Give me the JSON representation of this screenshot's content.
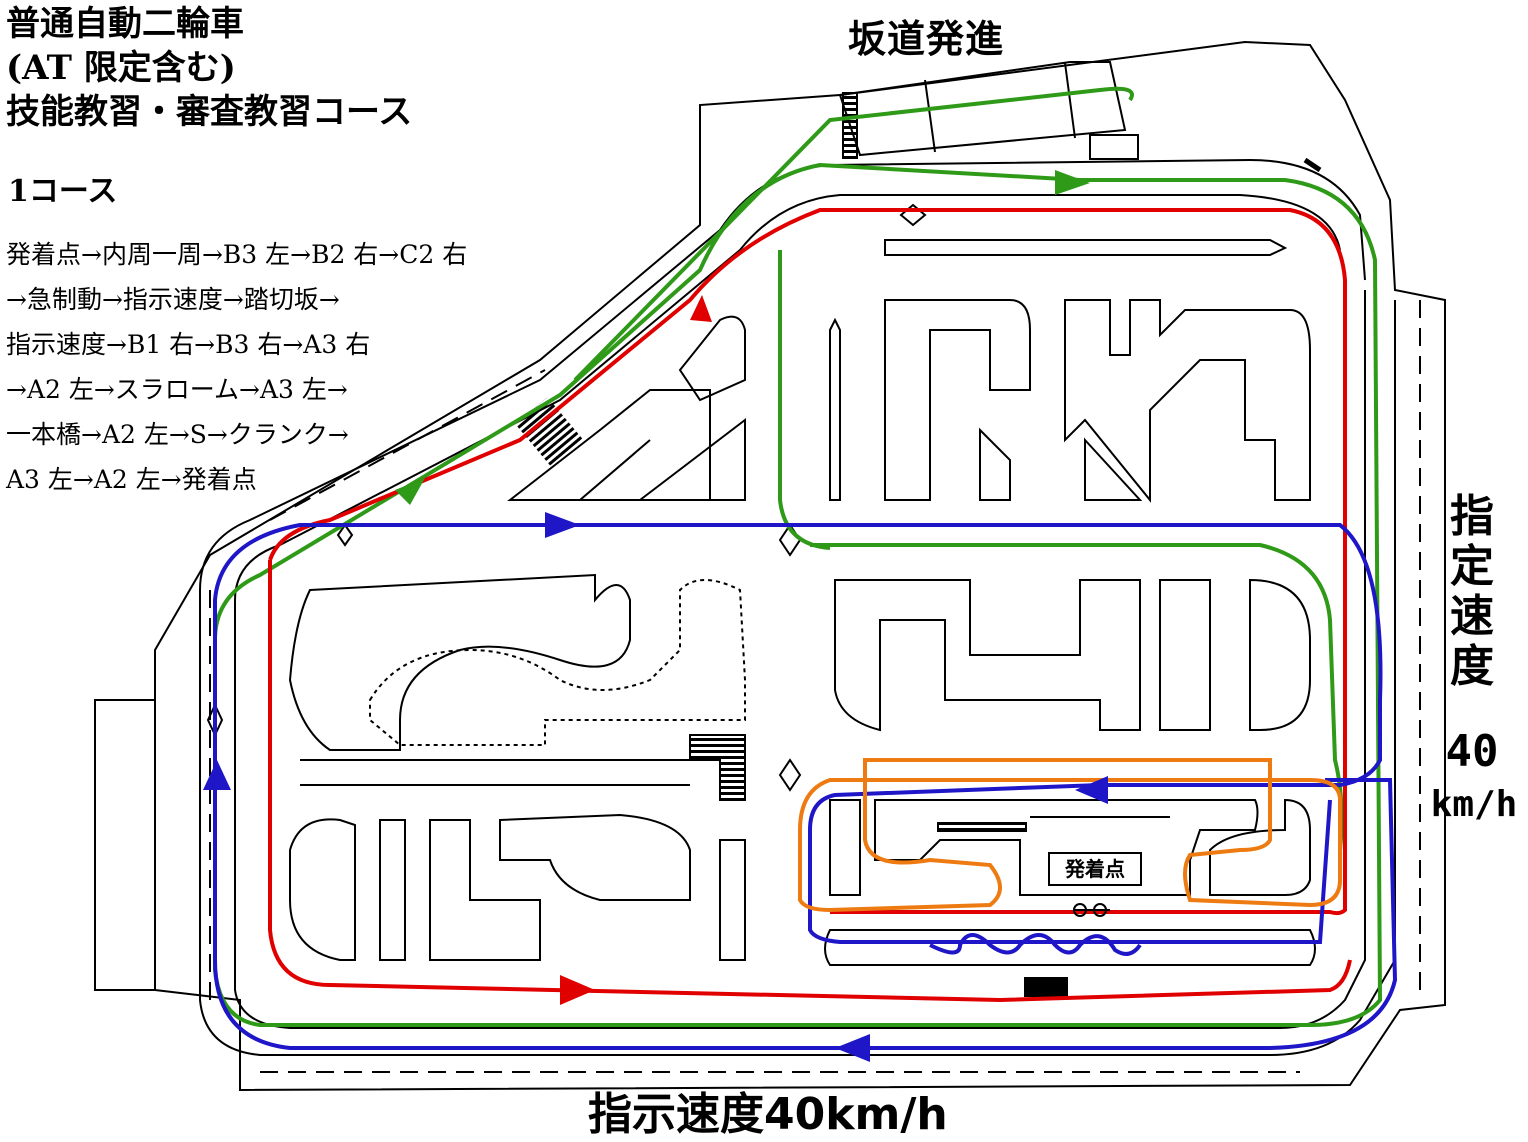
{
  "title": {
    "line1": "普通自動二輪車",
    "line2": "(AT 限定含む)",
    "line3": "技能教習・審査教習コース"
  },
  "course": {
    "name": "1コース",
    "route_lines": [
      "発着点→内周一周→B3 左→B2 右→C2 右",
      "→急制動→指示速度→踏切坂→",
      "指示速度→B1 右→B3 右→A3 右",
      "→A2 左→スラローム→A3 左→",
      "一本橋→A2 左→S→クランク→",
      "A3 左→A2 左→発着点"
    ]
  },
  "map_labels": {
    "slope_start": "坂道発進",
    "designated_speed_vertical": [
      "指",
      "定",
      "速",
      "度"
    ],
    "designated_speed_value": "40",
    "designated_speed_unit": "km/h",
    "bottom_speed": "指示速度40km/h",
    "start_point": "発着点"
  },
  "route_colors": {
    "red": "#e00000",
    "green": "#2e9a18",
    "blue": "#1f16c8",
    "orange": "#ee7a12"
  }
}
